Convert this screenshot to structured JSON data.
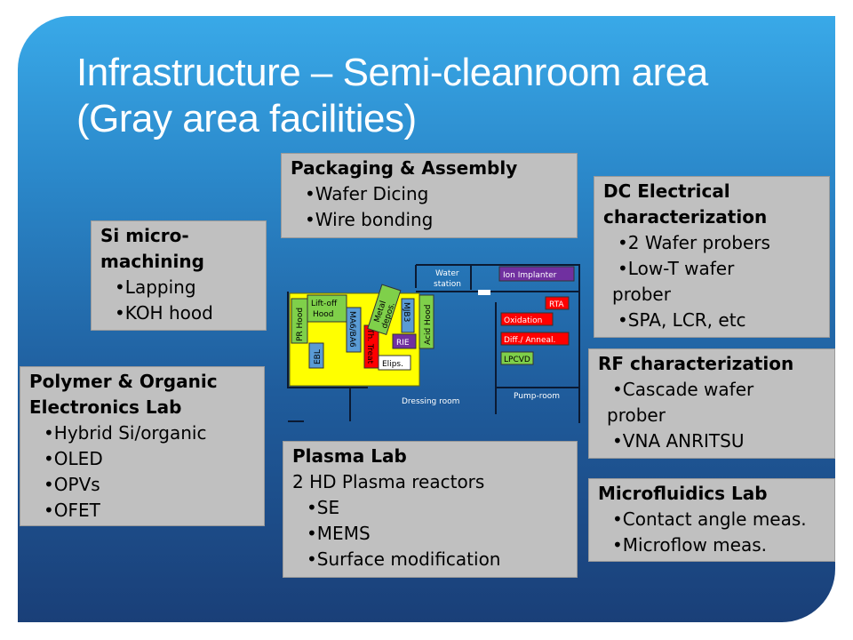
{
  "title": {
    "line1": "Infrastructure – Semi-cleanroom area",
    "line2": "(Gray area facilities)"
  },
  "colors": {
    "background_top": "#39a9e8",
    "background_bottom": "#1a3f78",
    "box_fill": "#c0c0c0",
    "room_yellow": "#ffff00",
    "room_green": "#7fd04a",
    "room_blue": "#5a9bd5",
    "room_red": "#ff0000",
    "room_purple": "#7030a0"
  },
  "boxes": {
    "packaging": {
      "heading": "Packaging & Assembly",
      "items": [
        "•Wafer Dicing",
        "•Wire bonding"
      ]
    },
    "si_micro": {
      "heading1": "Si micro-",
      "heading2": "machining",
      "items": [
        "•Lapping",
        "•KOH hood"
      ]
    },
    "dc_elec": {
      "heading1": "DC Electrical",
      "heading2": "characterization",
      "items": [
        "•2 Wafer probers",
        "•Low-T wafer",
        "prober",
        "•SPA, LCR, etc"
      ]
    },
    "polymer": {
      "heading1": "Polymer & Organic",
      "heading2": "Electronics Lab",
      "items": [
        "•Hybrid Si/organic",
        "•OLED",
        "•OPVs",
        "•OFET"
      ]
    },
    "rf": {
      "heading": "RF characterization",
      "items": [
        "•Cascade wafer",
        "prober",
        "•VNA ANRITSU"
      ]
    },
    "plasma": {
      "heading": "Plasma Lab",
      "subheading": "2 HD Plasma reactors",
      "items": [
        "•SE",
        "•MEMS",
        "•Surface modification"
      ]
    },
    "microfluidics": {
      "heading": "Microfluidics Lab",
      "items": [
        "•Contact angle meas.",
        "•Microflow meas."
      ]
    }
  },
  "floor_plan": {
    "water_station_1": "Water",
    "water_station_2": "station",
    "ion_implanter": "Ion Implanter",
    "rta": "RTA",
    "oxidation": "Oxidation",
    "diff_anneal": "Diff./ Anneal.",
    "lpcvd": "LPCVD",
    "pr_hood": "PR Hood",
    "lift_off_1": "Lift-off",
    "lift_off_2": "Hood",
    "ebl": "EBL",
    "ma6": "MA6/BA6",
    "th_treat": "Th. Treat",
    "metal_1": "Metal",
    "metal_2": "depos.",
    "mjb3": "MJB3",
    "rie": "RIE",
    "acid_hood": "Acid Hood",
    "elips": "Elips.",
    "dressing_room": "Dressing room",
    "pump_room": "Pump-room"
  }
}
